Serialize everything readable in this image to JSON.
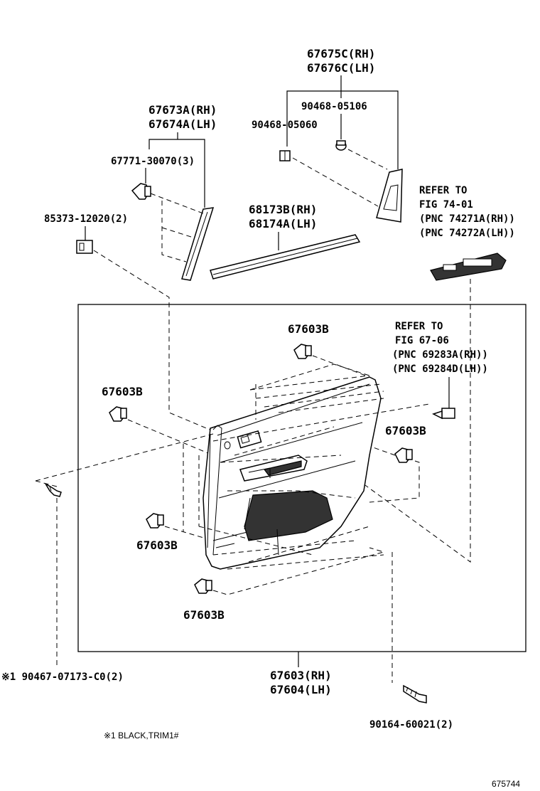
{
  "labels": {
    "armrest_cover_rh": "67675C(RH)",
    "armrest_cover_lh": "67676C(LH)",
    "clip_90468_05106": "90468-05106",
    "clip_90468_05060": "90468-05060",
    "garnish_rh": "67673A(RH)",
    "garnish_lh": "67674A(LH)",
    "clip_67771": "67771-30070(3)",
    "clip_85373": "85373-12020(2)",
    "weatherstrip_rh": "68173B(RH)",
    "weatherstrip_lh": "68174A(LH)",
    "refer_74_line1": "REFER TO",
    "refer_74_line2": "FIG 74-01",
    "refer_74_line3": "(PNC 74271A(RH))",
    "refer_74_line4": "(PNC 74272A(LH))",
    "refer_67_line1": "REFER TO",
    "refer_67_line2": "FIG 67-06",
    "refer_67_line3": "(PNC 69283A(RH))",
    "refer_67_line4": "(PNC 69284D(LH))",
    "clip_67603b_top": "67603B",
    "clip_67603b_left": "67603B",
    "clip_67603b_right": "67603B",
    "clip_67603b_lower_left": "67603B",
    "clip_67603b_bottom": "67603B",
    "screw_90467": "※1 90467-07173-C0(2)",
    "panel_rh": "67603(RH)",
    "panel_lh": "67604(LH)",
    "screw_90164": "90164-60021(2)",
    "footnote": "※1 BLACK,TRIM1#",
    "figure_number": "675744"
  }
}
